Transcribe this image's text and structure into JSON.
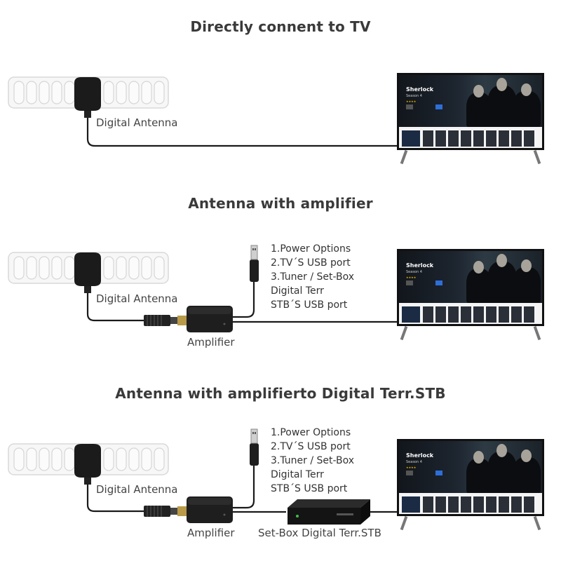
{
  "sections": [
    {
      "title": "Directly connent to TV",
      "antenna_label": "Digital Antenna"
    },
    {
      "title": "Antenna with amplifier",
      "antenna_label": "Digital Antenna",
      "amplifier_label": "Amplifier",
      "usb_notes": [
        "1.Power Options",
        "2.TV´S USB port",
        "3.Tuner / Set-Box",
        "Digital Terr",
        "STB´S USB port"
      ]
    },
    {
      "title": "Antenna with amplifierto Digital Terr.STB",
      "antenna_label": "Digital Antenna",
      "amplifier_label": "Amplifier",
      "stb_label": "Set-Box Digital Terr.STB",
      "usb_notes": [
        "1.Power Options",
        "2.TV´S USB port",
        "3.Tuner / Set-Box",
        "Digital Terr",
        "STB´S USB port"
      ]
    }
  ],
  "tv_screen": {
    "show_title": "Sherlock",
    "show_subtitle": "Season 4"
  },
  "icons": [
    "antenna-icon",
    "coax-connector-icon",
    "amplifier-icon",
    "usb-plug-icon",
    "set-top-box-icon",
    "tv-icon"
  ]
}
